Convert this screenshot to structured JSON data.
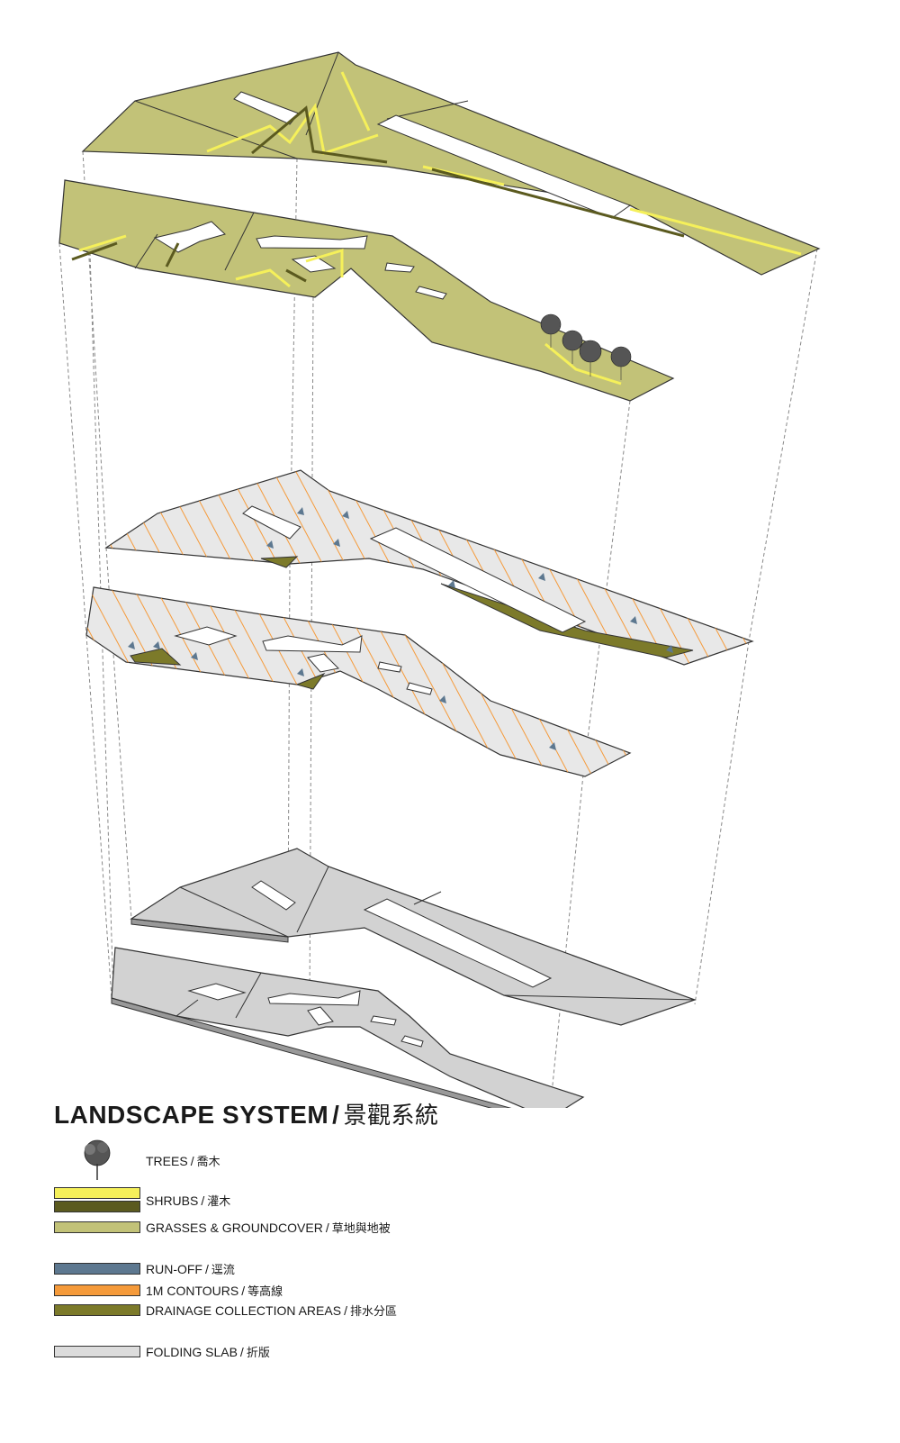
{
  "title": {
    "en": "LANDSCAPE SYSTEM",
    "separator": "/",
    "zh": "景觀系統"
  },
  "legend": [
    {
      "id": "trees",
      "en": "TREES",
      "zh": "喬木",
      "swatch": "tree-icon",
      "colors": []
    },
    {
      "id": "shrubs",
      "en": "SHRUBS",
      "zh": "灌木",
      "swatch": "double-bar",
      "colors": [
        "#f5f05a",
        "#5b5a1f"
      ]
    },
    {
      "id": "grasses",
      "en": "GRASSES & GROUNDCOVER",
      "zh": "草地與地被",
      "swatch": "bar",
      "colors": [
        "#c2c278"
      ]
    },
    {
      "id": "runoff",
      "en": "RUN-OFF",
      "zh": "逕流",
      "swatch": "bar",
      "colors": [
        "#5d7890"
      ]
    },
    {
      "id": "contours",
      "en": "1M CONTOURS",
      "zh": "等高線",
      "swatch": "bar",
      "colors": [
        "#f59a3a"
      ]
    },
    {
      "id": "drainage",
      "en": "DRAINAGE COLLECTION AREAS",
      "zh": "排水分區",
      "swatch": "bar",
      "colors": [
        "#7c7a2a"
      ]
    },
    {
      "id": "slab",
      "en": "FOLDING SLAB",
      "zh": "折版",
      "swatch": "bar",
      "colors": [
        "#dcdcdc"
      ]
    }
  ],
  "colors": {
    "grass": "#c2c278",
    "shrub_light": "#f5f05a",
    "shrub_dark": "#5b5a1f",
    "runoff": "#5d7890",
    "contour": "#f59a3a",
    "drainage": "#7c7a2a",
    "slab_light": "#e8e8e8",
    "slab_grey": "#d2d2d2",
    "outline": "#333333"
  }
}
